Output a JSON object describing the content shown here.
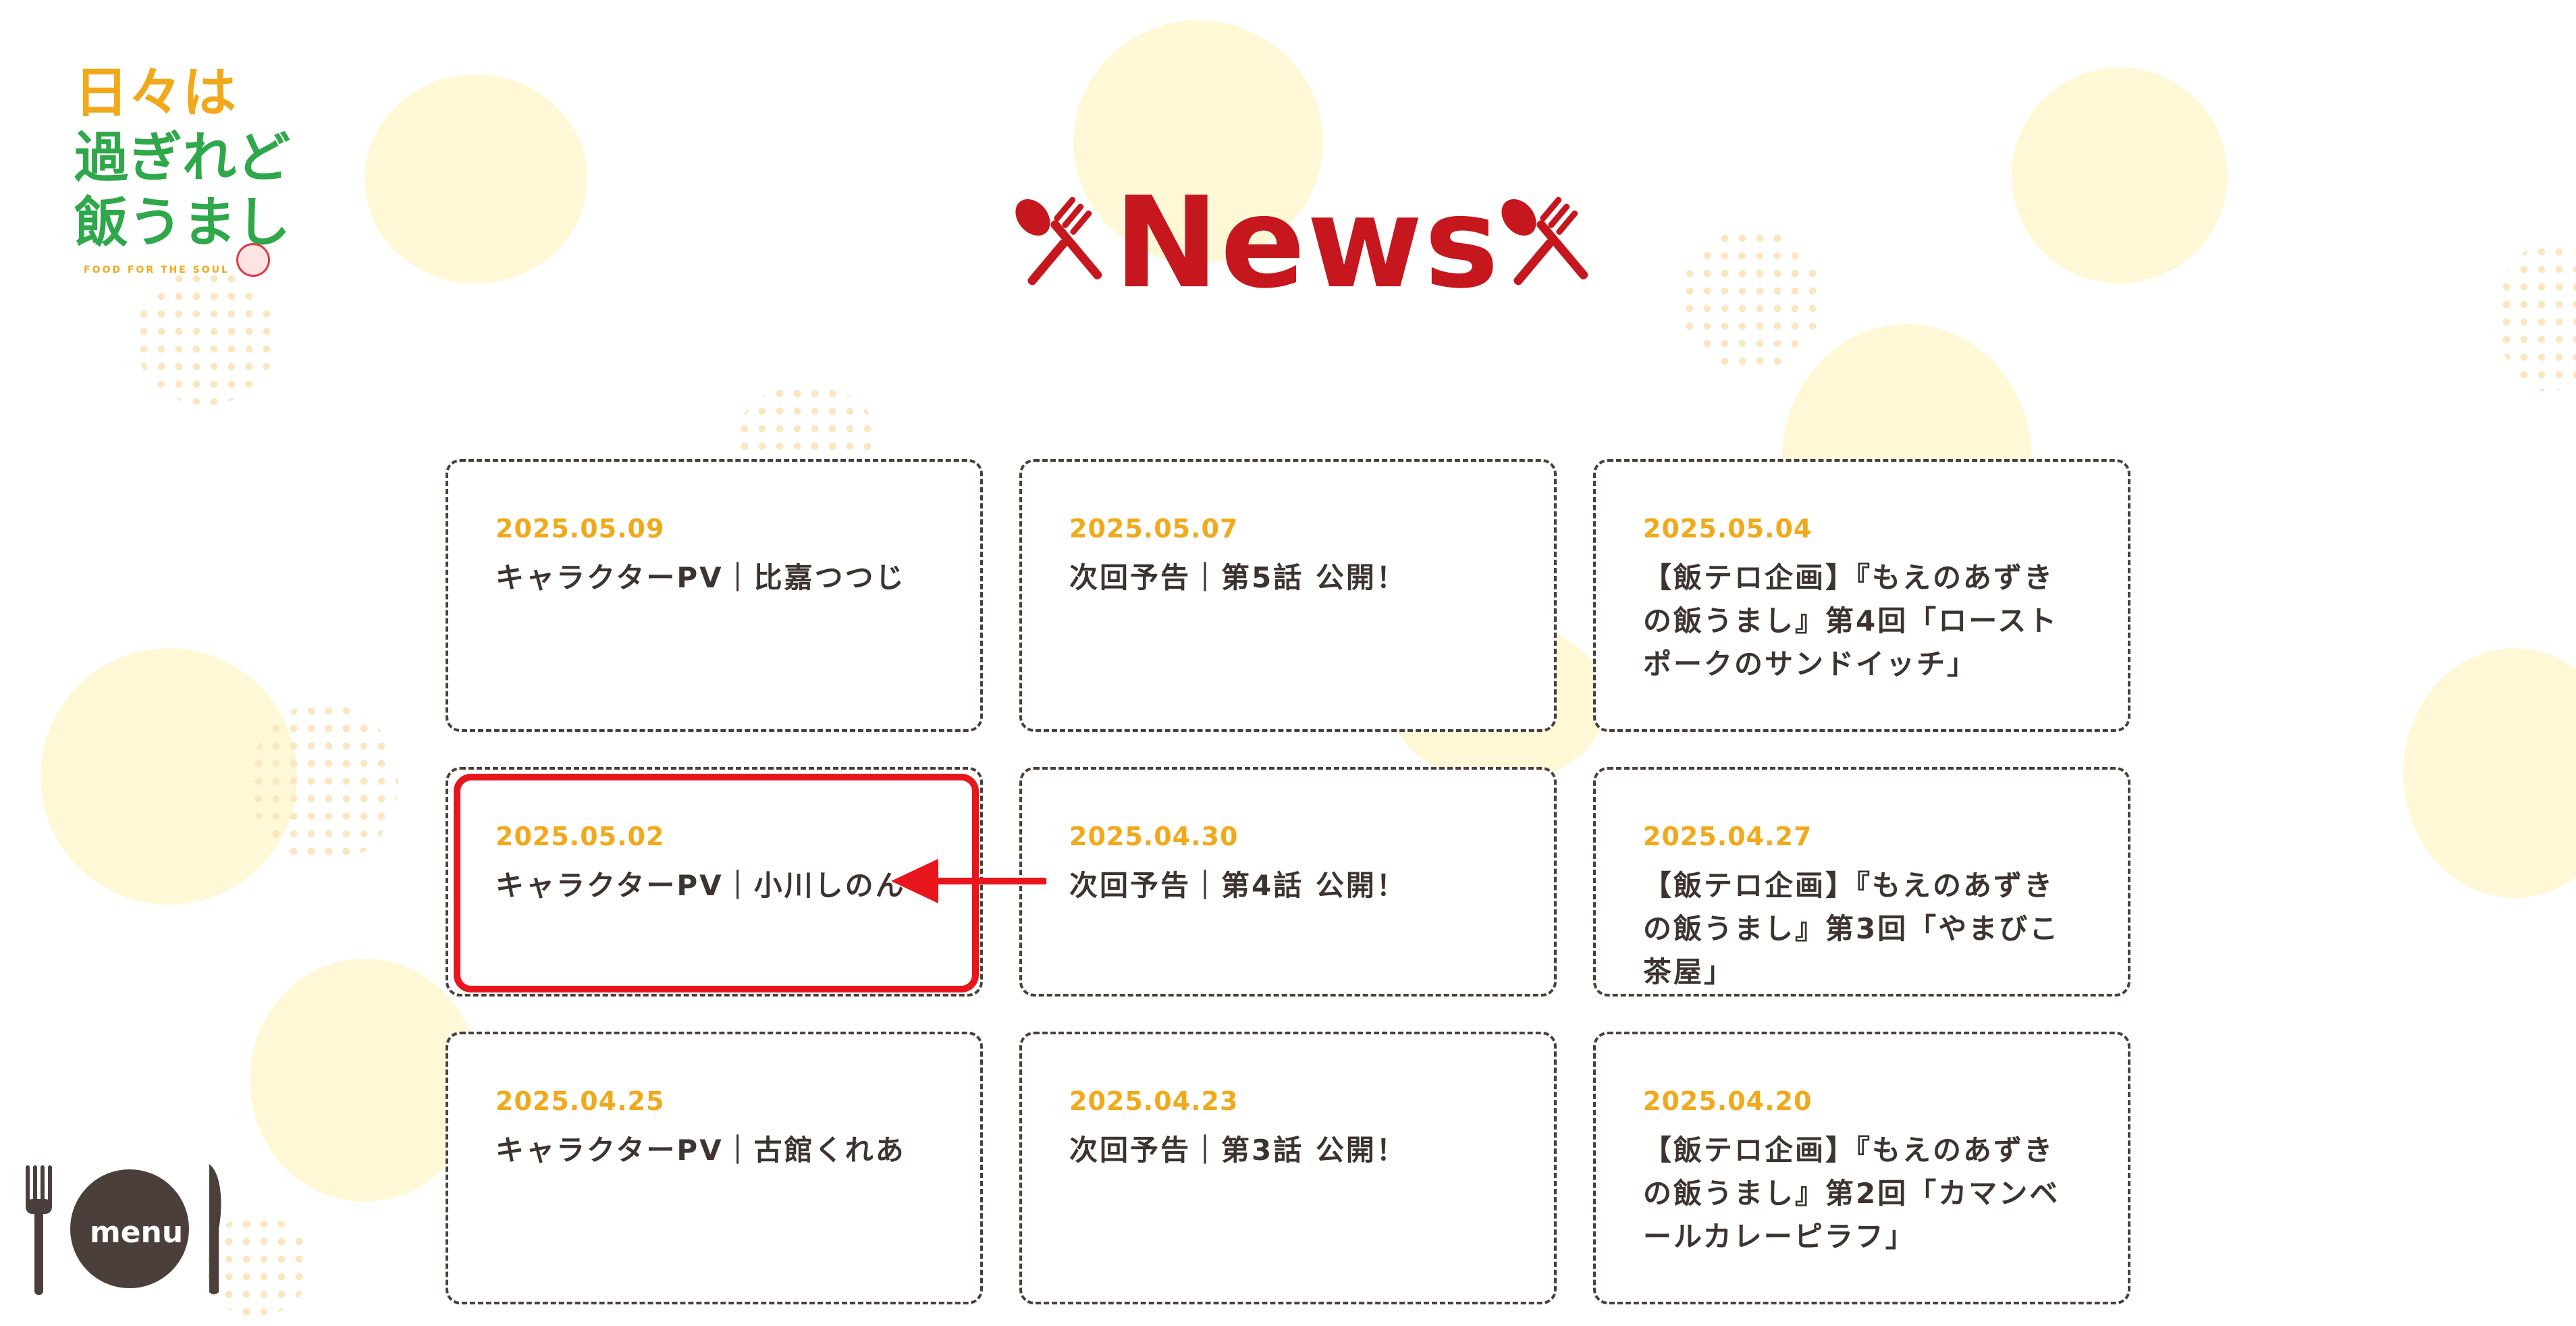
{
  "logo": {
    "lines": [
      "日々は",
      "過ぎれど",
      "飯うまし"
    ],
    "subtitle": "FOOD FOR THE SOUL",
    "colors": [
      "#f1a91c",
      "#2ea84a",
      "#e03a44"
    ]
  },
  "page_title": "News",
  "colors": {
    "accent": "#c6171e",
    "date": "#f1a91c",
    "text": "#3d3330",
    "border": "#4a3f3a",
    "highlight": "#e8151c"
  },
  "news": [
    {
      "date": "2025.05.09",
      "title": "キャラクターPV｜比嘉つつじ"
    },
    {
      "date": "2025.05.07",
      "title": "次回予告｜第5話 公開！"
    },
    {
      "date": "2025.05.04",
      "title": "【飯テロ企画】『もえのあずきの飯うまし』第4回「ローストポークのサンドイッチ」"
    },
    {
      "date": "2025.05.02",
      "title": "キャラクターPV｜小川しのん"
    },
    {
      "date": "2025.04.30",
      "title": "次回予告｜第4話 公開！"
    },
    {
      "date": "2025.04.27",
      "title": "【飯テロ企画】『もえのあずきの飯うまし』第3回「やまびこ茶屋」"
    },
    {
      "date": "2025.04.25",
      "title": "キャラクターPV｜古館くれあ"
    },
    {
      "date": "2025.04.23",
      "title": "次回予告｜第3話 公開！"
    },
    {
      "date": "2025.04.20",
      "title": "【飯テロ企画】『もえのあずきの飯うまし』第2回「カマンベールカレーピラフ」"
    }
  ],
  "menu": {
    "label": "menu"
  },
  "icons": {
    "title_decoration": "spoon-fork-icon",
    "menu_left": "fork-icon",
    "menu_right": "knife-icon"
  }
}
